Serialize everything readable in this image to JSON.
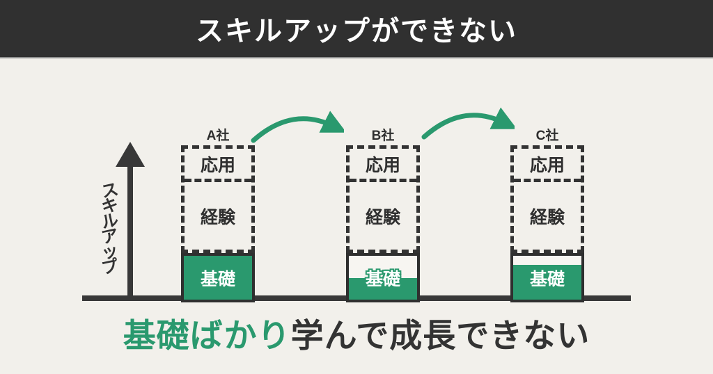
{
  "header": {
    "title": "スキルアップができない"
  },
  "axis": {
    "y_label": "スキルアップ"
  },
  "caption": {
    "highlight": "基礎ばかり",
    "rest": "学んで成長できない"
  },
  "colors": {
    "green": "#2a996e",
    "dark_text": "#333333",
    "header_bg": "#303030",
    "canvas_bg": "#f2f0eb",
    "kiso_text": "#ffffff"
  },
  "chart_data": {
    "type": "bar",
    "title": "スキルアップができない",
    "caption": "基礎ばかり学んで成長できない",
    "y_axis_label": "スキルアップ",
    "categories": [
      "A社",
      "B社",
      "C社"
    ],
    "stack_labels": [
      "応用",
      "経験",
      "基礎"
    ],
    "series": [
      {
        "name": "基礎",
        "values": [
          100,
          50,
          80
        ]
      }
    ],
    "legend_position": "none",
    "grid": false
  },
  "bars": [
    {
      "company": "A社",
      "top": "応用",
      "mid": "経験",
      "bottom": "基礎",
      "fill_percent": 100
    },
    {
      "company": "B社",
      "top": "応用",
      "mid": "経験",
      "bottom": "基礎",
      "fill_percent": 50
    },
    {
      "company": "C社",
      "top": "応用",
      "mid": "経験",
      "bottom": "基礎",
      "fill_percent": 80
    }
  ],
  "arrows": [
    {
      "from": "A社",
      "to": "B社"
    },
    {
      "from": "B社",
      "to": "C社"
    }
  ]
}
